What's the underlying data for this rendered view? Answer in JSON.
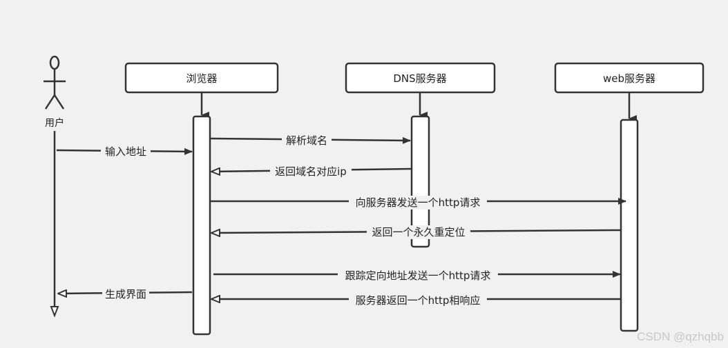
{
  "actor": {
    "label": "用户"
  },
  "participants": [
    {
      "id": "browser",
      "label": "浏览器"
    },
    {
      "id": "dns",
      "label": "DNS服务器"
    },
    {
      "id": "web",
      "label": "web服务器"
    }
  ],
  "messages": [
    {
      "id": "input-address",
      "from": "user",
      "to": "browser",
      "label": "输入地址",
      "style": "solid"
    },
    {
      "id": "resolve-domain",
      "from": "browser",
      "to": "dns",
      "label": "解析域名",
      "style": "solid"
    },
    {
      "id": "return-ip",
      "from": "dns",
      "to": "browser",
      "label": "返回域名对应ip",
      "style": "open"
    },
    {
      "id": "send-http-request",
      "from": "browser",
      "to": "web",
      "label": "向服务器发送一个http请求",
      "style": "solid"
    },
    {
      "id": "return-redirect",
      "from": "web",
      "to": "browser",
      "label": "返回一个永久重定位",
      "style": "open"
    },
    {
      "id": "follow-redirect",
      "from": "browser",
      "to": "web",
      "label": "跟踪定向地址发送一个http请求",
      "style": "solid"
    },
    {
      "id": "render-page",
      "from": "browser",
      "to": "user",
      "label": "生成界面",
      "style": "open"
    },
    {
      "id": "http-response",
      "from": "web",
      "to": "browser",
      "label": "服务器返回一个http相响应",
      "style": "open"
    }
  ],
  "watermark": "CSDN @qzhqbb"
}
